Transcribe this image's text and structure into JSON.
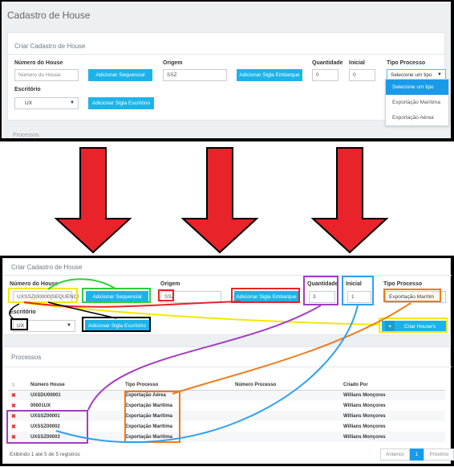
{
  "top": {
    "page_title": "Cadastro de House",
    "card_title": "Criar Cadastro de House",
    "numero_label": "Número do House",
    "numero_placeholder": "Número do House",
    "add_seq_btn": "Adicionar Sequencial",
    "origem_label": "Origem",
    "origem_value": "SSZ",
    "add_sigla_emb_btn": "Adicionar Sigla Embarque",
    "quantidade_label": "Quantidade",
    "quantidade_value": "0",
    "inicial_label": "Inicial",
    "inicial_value": "0",
    "tipo_label": "Tipo Processo",
    "tipo_value": "Selecione um tipo",
    "escritorio_label": "Escritório",
    "escritorio_value": "UX",
    "add_sigla_esc_btn": "Adicionar Sigla Escritório",
    "dropdown_options": [
      "Selecione um tipo",
      "Exportação Marítima",
      "Exportação Aérea"
    ],
    "processos_label": "Processos"
  },
  "bottom": {
    "card_title": "Criar Cadastro de House",
    "numero_label": "Número do House",
    "numero_value": "UXSSZ|00000|SEQUENCI",
    "add_seq_btn": "Adicionar Sequencial",
    "origem_label": "Origem",
    "origem_value": "SSZ",
    "add_sigla_emb_btn": "Adicionar Sigla Embarque",
    "quantidade_label": "Quantidade",
    "quantidade_value": "3",
    "inicial_label": "Inicial",
    "inicial_value": "1",
    "tipo_label": "Tipo Processo",
    "tipo_value": "Exportação Marítim",
    "escritorio_label": "Escritório",
    "escritorio_value": "UX",
    "add_sigla_esc_btn": "Adicionar Sigla Escritório",
    "criar_btn": "Criar House's",
    "processos_title": "Processos",
    "table": {
      "headers": [
        "Número House",
        "Tipo Processo",
        "Número Processo",
        "Criado Por"
      ],
      "rows": [
        [
          "UXSDU00001",
          "Exportação Aérea",
          "",
          "Willians Monçores"
        ],
        [
          "00001UX",
          "Exportação Marítima",
          "",
          "Willians Monçores"
        ],
        [
          "UXSSZ00001",
          "Exportação Marítima",
          "",
          "Willians Monçores"
        ],
        [
          "UXSSZ00002",
          "Exportação Marítima",
          "",
          "Willians Monçores"
        ],
        [
          "UXSSZ00003",
          "Exportação Marítima",
          "",
          "Willians Monçores"
        ]
      ]
    },
    "footer_info": "Exibindo 1 até 5 de 5 registros",
    "pager": {
      "prev": "Anterior",
      "page": "1",
      "next": "Próximo"
    }
  },
  "colors": {
    "button": "#1cb4e8",
    "arrow": "#e8232a",
    "highlight_yellow": "#f5e800",
    "highlight_green": "#2fcf3a",
    "highlight_red": "#e8232a",
    "highlight_purple": "#a43cc0",
    "highlight_blue": "#2fa0f0",
    "highlight_orange": "#f07a1a"
  }
}
